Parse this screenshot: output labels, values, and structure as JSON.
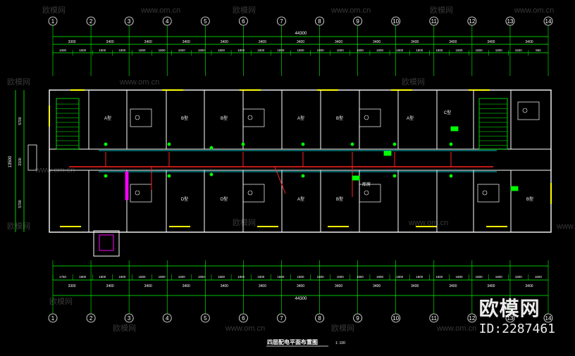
{
  "drawing": {
    "title": "四层配电平面布置图",
    "scale": "1: 100",
    "total_width": "44300",
    "axes": [
      "1",
      "2",
      "3",
      "4",
      "5",
      "6",
      "7",
      "8",
      "9",
      "10",
      "11",
      "12",
      "13",
      "14"
    ],
    "top_dims_row1": [
      "3300",
      "3400",
      "3400",
      "3400",
      "3400",
      "3400",
      "3400",
      "3400",
      "3400",
      "3400",
      "3400",
      "3400",
      "3400"
    ],
    "top_dims_row2": [
      "1000",
      "1500",
      "1900",
      "1800",
      "1800",
      "1800",
      "1800",
      "1800",
      "1800",
      "1800",
      "1800",
      "1800",
      "1800",
      "1800",
      "1800",
      "1800",
      "1800",
      "1800",
      "1800",
      "1800",
      "1800",
      "1800",
      "1800",
      "1500",
      "950"
    ],
    "bottom_dims_row1": [
      "1750",
      "1800",
      "1800",
      "1800",
      "1800",
      "1800",
      "1800",
      "1800",
      "1800",
      "1800",
      "1800",
      "1800",
      "1800",
      "1800",
      "1800",
      "1800",
      "1800",
      "1800",
      "1800",
      "1800",
      "1800",
      "1800",
      "1800",
      "1800",
      "1500"
    ],
    "bottom_dims_row2": [
      "3300",
      "3400",
      "3400",
      "3400",
      "3400",
      "3400",
      "3400",
      "3400",
      "3400",
      "3400",
      "3400",
      "3400",
      "3400"
    ],
    "left_dims": [
      "5700",
      "2100",
      "5700"
    ],
    "left_total": "13500",
    "rooms": [
      {
        "label": "A型"
      },
      {
        "label": "B型"
      },
      {
        "label": "B型"
      },
      {
        "label": "A型"
      },
      {
        "label": "B型"
      },
      {
        "label": "A型"
      },
      {
        "label": "C型"
      },
      {
        "label": "D型"
      },
      {
        "label": "D型"
      },
      {
        "label": "A型"
      },
      {
        "label": "B型"
      },
      {
        "label": "库房"
      },
      {
        "label": "B型"
      }
    ]
  },
  "watermark": {
    "brand": "欧模网",
    "site": "www.om.cn",
    "id": "ID:2287461"
  },
  "colors": {
    "green": "#00ff00",
    "white": "#ffffff",
    "red": "#ff2020",
    "cyan": "#00ffff",
    "yellow": "#ffff00",
    "magenta": "#ff00ff"
  }
}
